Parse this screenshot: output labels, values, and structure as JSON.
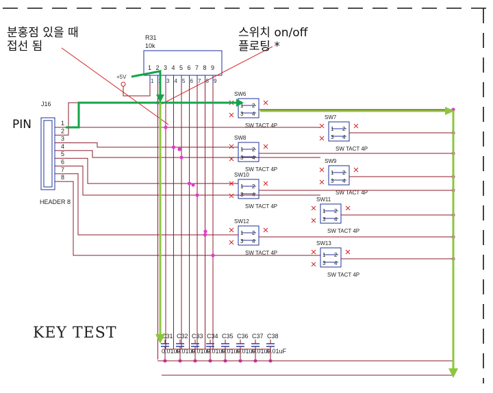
{
  "annotations": {
    "junction_note_line1": "분홍점 있을 때",
    "junction_note_line2": "접선 됨",
    "switch_note_line1": "스위치 on/off",
    "switch_note_line2": "플로팅 *",
    "pin_label": "PIN"
  },
  "title": "KEY TEST",
  "resistor": {
    "ref": "R31",
    "value": "10k",
    "pins": [
      "1",
      "2",
      "3",
      "4",
      "5",
      "6",
      "7",
      "8",
      "9"
    ],
    "supply": "+5V"
  },
  "header": {
    "ref": "J16",
    "name": "HEADER 8",
    "pins": [
      "1",
      "2",
      "3",
      "4",
      "5",
      "6",
      "7",
      "8"
    ]
  },
  "switches": [
    {
      "ref": "SW6",
      "type": "SW TACT 4P"
    },
    {
      "ref": "SW7",
      "type": "SW TACT 4P"
    },
    {
      "ref": "SW8",
      "type": "SW TACT 4P"
    },
    {
      "ref": "SW9",
      "type": "SW TACT 4P"
    },
    {
      "ref": "SW10",
      "type": "SW TACT 4P"
    },
    {
      "ref": "SW11",
      "type": "SW TACT 4P"
    },
    {
      "ref": "SW12",
      "type": "SW TACT 4P"
    },
    {
      "ref": "SW13",
      "type": "SW TACT 4P"
    }
  ],
  "switch_pins": [
    "1",
    "2",
    "3",
    "4"
  ],
  "capacitors": [
    {
      "ref": "C31",
      "value": "0.01uF"
    },
    {
      "ref": "C32",
      "value": "0.01uF"
    },
    {
      "ref": "C33",
      "value": "0.01uF"
    },
    {
      "ref": "C34",
      "value": "0.01uF"
    },
    {
      "ref": "C35",
      "value": "0.01uF"
    },
    {
      "ref": "C36",
      "value": "0.01uF"
    },
    {
      "ref": "C37",
      "value": "0.01uF"
    },
    {
      "ref": "C38",
      "value": "0.01uF"
    }
  ],
  "colors": {
    "wire": "#8b1a2b",
    "junction": "#e03cc8",
    "component": "#1c2f9a",
    "highlight_dark": "#16a34a",
    "highlight_light": "#8cc63f",
    "annotation_line": "#d42020",
    "border": "#111111"
  }
}
